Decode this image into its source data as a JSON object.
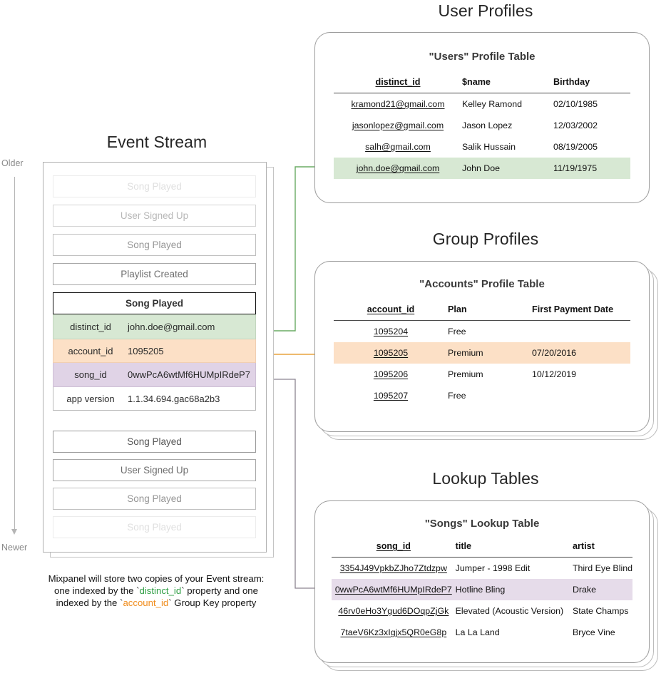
{
  "timeline": {
    "older_label": "Older",
    "newer_label": "Newer"
  },
  "event_stream": {
    "title": "Event Stream",
    "events_before": [
      {
        "name": "Song Played",
        "fade": "f1"
      },
      {
        "name": "User Signed Up",
        "fade": "f2"
      },
      {
        "name": "Song Played",
        "fade": "f3"
      },
      {
        "name": "Playlist Created",
        "fade": "f4"
      }
    ],
    "selected_event": {
      "name": "Song Played",
      "properties": [
        {
          "key": "distinct_id",
          "value": "john.doe@gmail.com",
          "highlight": "green"
        },
        {
          "key": "account_id",
          "value": "1095205",
          "highlight": "orange"
        },
        {
          "key": "song_id",
          "value": "0wwPcA6wtMf6HUMpIRdeP7",
          "highlight": "purple"
        },
        {
          "key": "app version",
          "value": "1.1.34.694.gac68a2b3",
          "highlight": "plain"
        }
      ]
    },
    "events_after": [
      {
        "name": "Song Played",
        "fade": "f5"
      },
      {
        "name": "User Signed Up",
        "fade": "f4"
      },
      {
        "name": "Song Played",
        "fade": "f3"
      },
      {
        "name": "Song Played",
        "fade": "f1"
      }
    ],
    "caption": {
      "line1": "Mixpanel will store two copies of your Event stream:",
      "line2_a": "one indexed by the `",
      "line2_token": "distinct_id",
      "line2_b": "` property and one",
      "line3_a": "indexed by the `",
      "line3_token": "account_id",
      "line3_b": "` Group Key property"
    }
  },
  "user_profiles": {
    "section_title": "User Profiles",
    "table_title": "\"Users\" Profile Table",
    "columns": [
      "distinct_id",
      "$name",
      "Birthday"
    ],
    "rows": [
      {
        "cells": [
          "kramond21@gmail.com",
          "Kelley Ramond",
          "02/10/1985"
        ],
        "highlight": ""
      },
      {
        "cells": [
          "jasonlopez@gmail.com",
          "Jason Lopez",
          "12/03/2002"
        ],
        "highlight": ""
      },
      {
        "cells": [
          "salh@gmail.com",
          "Salik Hussain",
          "08/19/2005"
        ],
        "highlight": ""
      },
      {
        "cells": [
          "john.doe@gmail.com",
          "John Doe",
          "11/19/1975"
        ],
        "highlight": "hl-green"
      }
    ]
  },
  "group_profiles": {
    "section_title": "Group Profiles",
    "table_title": "\"Accounts\" Profile Table",
    "columns": [
      "account_id",
      "Plan",
      "First Payment Date"
    ],
    "rows": [
      {
        "cells": [
          "1095204",
          "Free",
          ""
        ],
        "highlight": ""
      },
      {
        "cells": [
          "1095205",
          "Premium",
          "07/20/2016"
        ],
        "highlight": "hl-orange"
      },
      {
        "cells": [
          "1095206",
          "Premium",
          "10/12/2019"
        ],
        "highlight": ""
      },
      {
        "cells": [
          "1095207",
          "Free",
          ""
        ],
        "highlight": ""
      }
    ]
  },
  "lookup_tables": {
    "section_title": "Lookup Tables",
    "table_title": "\"Songs\" Lookup Table",
    "columns": [
      "song_id",
      "title",
      "artist"
    ],
    "rows": [
      {
        "cells": [
          "3354J49VpkbZJho7Ztdzpw",
          "Jumper - 1998 Edit",
          "Third Eye Blind"
        ],
        "highlight": ""
      },
      {
        "cells": [
          "0wwPcA6wtMf6HUMpIRdeP7",
          "Hotline Bling",
          "Drake"
        ],
        "highlight": "hl-purple"
      },
      {
        "cells": [
          "46rv0eHo3Ygud6DOqpZjGk",
          "Elevated (Acoustic Version)",
          "State Champs"
        ],
        "highlight": ""
      },
      {
        "cells": [
          "7taeV6Kz3xIgjx5QR0eG8p",
          "La La Land",
          "Bryce Vine"
        ],
        "highlight": ""
      }
    ]
  },
  "connectors": {
    "distinct_id_arrow_color": "#6aab63",
    "account_id_arrow_color": "#e8a33d",
    "song_id_arrow_color": "#8c8490"
  }
}
